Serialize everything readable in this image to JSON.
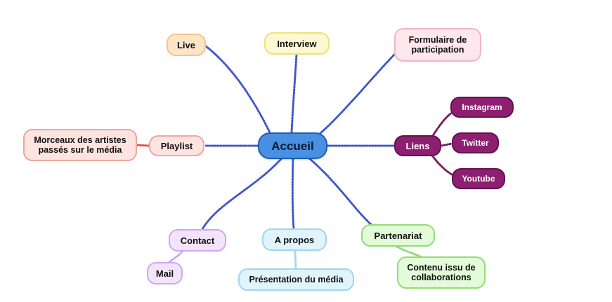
{
  "diagram": {
    "center": {
      "label": "Accueil"
    },
    "branches": {
      "live": {
        "label": "Live"
      },
      "interview": {
        "label": "Interview"
      },
      "formulaire": {
        "line1": "Formulaire de",
        "line2": "participation"
      },
      "playlist": {
        "label": "Playlist"
      },
      "morceaux": {
        "line1": "Morceaux des artistes",
        "line2": "passés sur le média"
      },
      "liens": {
        "label": "Liens"
      },
      "instagram": {
        "label": "Instagram"
      },
      "twitter": {
        "label": "Twitter"
      },
      "youtube": {
        "label": "Youtube"
      },
      "contact": {
        "label": "Contact"
      },
      "mail": {
        "label": "Mail"
      },
      "apropos": {
        "label": "A propos"
      },
      "presentation": {
        "label": "Présentation du média"
      },
      "partenariat": {
        "label": "Partenariat"
      },
      "contenu": {
        "line1": "Contenu issu de",
        "line2": "collaborations"
      }
    },
    "colors": {
      "center": "#4a90e2",
      "connector_blue": "#3f55c8",
      "connector_red": "#e0504a",
      "connector_purple": "#7a1a5e",
      "connector_lightblue": "#9fd6ee"
    }
  }
}
